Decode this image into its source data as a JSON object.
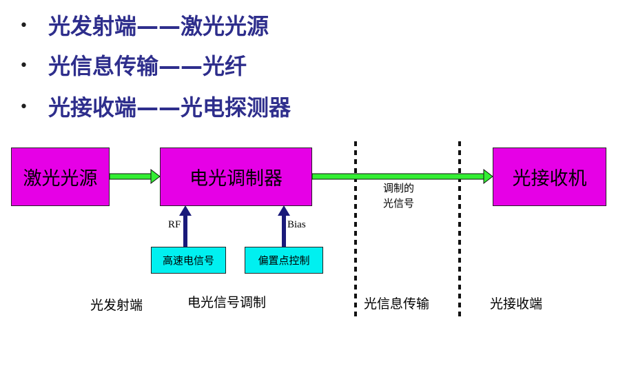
{
  "bullets": [
    {
      "text": "光发射端——激光光源"
    },
    {
      "text": "光信息传输——光纤"
    },
    {
      "text": "光接收端——光电探测器"
    }
  ],
  "diagram": {
    "boxes": {
      "laser_source": "激光光源",
      "modulator": "电光调制器",
      "receiver": "光接收机",
      "rf_signal": "高速电信号",
      "bias_control": "偏置点控制"
    },
    "labels": {
      "rf": "RF",
      "bias": "Bias",
      "modulated_line1": "调制的",
      "modulated_line2": "光信号"
    },
    "stages": {
      "transmit": "光发射端",
      "modulation": "电光信号调制",
      "transmission": "光信息传输",
      "receive": "光接收端"
    }
  },
  "colors": {
    "box_main": "#e600e6",
    "box_sub": "#00f0f0",
    "optical_arrow": "#33ee33",
    "electrical_arrow": "#1a1a7a",
    "bullet_text": "#2e2e8c"
  }
}
